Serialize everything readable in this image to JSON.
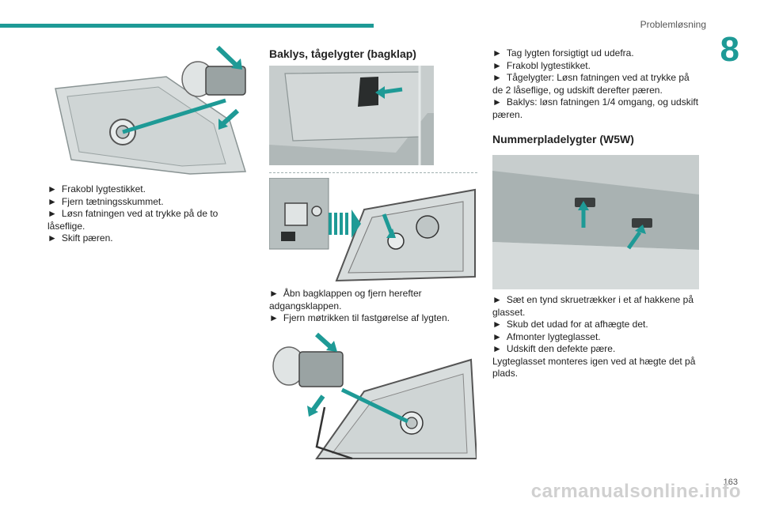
{
  "header": {
    "section_title": "Problemløsning",
    "chapter_number": "8"
  },
  "footer": {
    "page_number": "163",
    "watermark": "carmanualsonline.info"
  },
  "column1": {
    "steps": [
      {
        "marker": "►",
        "text": "Frakobl lygtestikket."
      },
      {
        "marker": "►",
        "text": "Fjern tætningsskummet."
      },
      {
        "marker": "►",
        "text": "Løsn fatningen ved at trykke på de to låseflige."
      },
      {
        "marker": "►",
        "text": "Skift pæren."
      }
    ]
  },
  "column2": {
    "heading": "Baklys, tågelygter (bagklap)",
    "steps": [
      {
        "marker": "►",
        "text": "Åbn bagklappen og fjern herefter adgangsklappen."
      },
      {
        "marker": "►",
        "text": "Fjern møtrikken til fastgørelse af lygten."
      }
    ]
  },
  "column3": {
    "steps_top": [
      {
        "marker": "►",
        "text": "Tag lygten forsigtigt ud udefra."
      },
      {
        "marker": "►",
        "text": "Frakobl lygtestikket."
      },
      {
        "marker": "►",
        "text": "Tågelygter: Løsn fatningen ved at trykke på de 2 låseflige, og udskift derefter pæren."
      },
      {
        "marker": "►",
        "text": "Baklys: løsn fatningen 1/4 omgang, og udskift pæren."
      }
    ],
    "heading": "Nummerpladelygter (W5W)",
    "steps_bottom": [
      {
        "marker": "►",
        "text": "Sæt en tynd skruetrækker i et af hakkene på glasset."
      },
      {
        "marker": "►",
        "text": "Skub det udad for at afhægte det."
      },
      {
        "marker": "►",
        "text": "Afmonter lygteglasset."
      },
      {
        "marker": "►",
        "text": "Udskift den defekte pære."
      }
    ],
    "note": "Lygteglasset monteres igen ved at hægte det på plads."
  },
  "colors": {
    "accent": "#1e9a96",
    "illustration_bg": "#c7cdcd"
  }
}
